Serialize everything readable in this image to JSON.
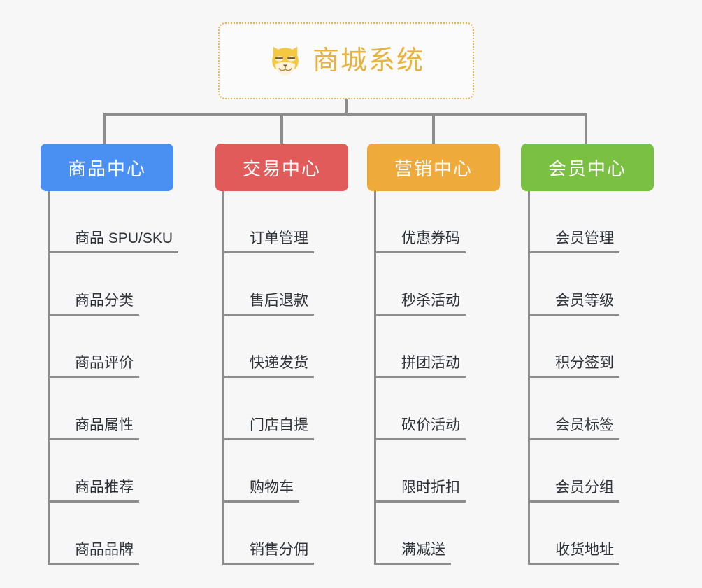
{
  "diagram": {
    "type": "mindmap-tree",
    "background_color": "#f7f7f7",
    "connector_color": "#8d8d8d",
    "root": {
      "title": "商城系统",
      "icon": "shiba-dog-icon",
      "text_color": "#e8b23c",
      "border_color": "#e9b64a",
      "border_style": "dotted"
    },
    "categories": [
      {
        "label": "商品中心",
        "color": "#4a90f2",
        "items": [
          "商品 SPU/SKU",
          "商品分类",
          "商品评价",
          "商品属性",
          "商品推荐",
          "商品品牌"
        ]
      },
      {
        "label": "交易中心",
        "color": "#e15b5b",
        "items": [
          "订单管理",
          "售后退款",
          "快递发货",
          "门店自提",
          "购物车",
          "销售分佣"
        ]
      },
      {
        "label": "营销中心",
        "color": "#eeab3c",
        "items": [
          "优惠券码",
          "秒杀活动",
          "拼团活动",
          "砍价活动",
          "限时折扣",
          "满减送"
        ]
      },
      {
        "label": "会员中心",
        "color": "#7ac143",
        "items": [
          "会员管理",
          "会员等级",
          "积分签到",
          "会员标签",
          "会员分组",
          "收货地址"
        ]
      }
    ]
  }
}
